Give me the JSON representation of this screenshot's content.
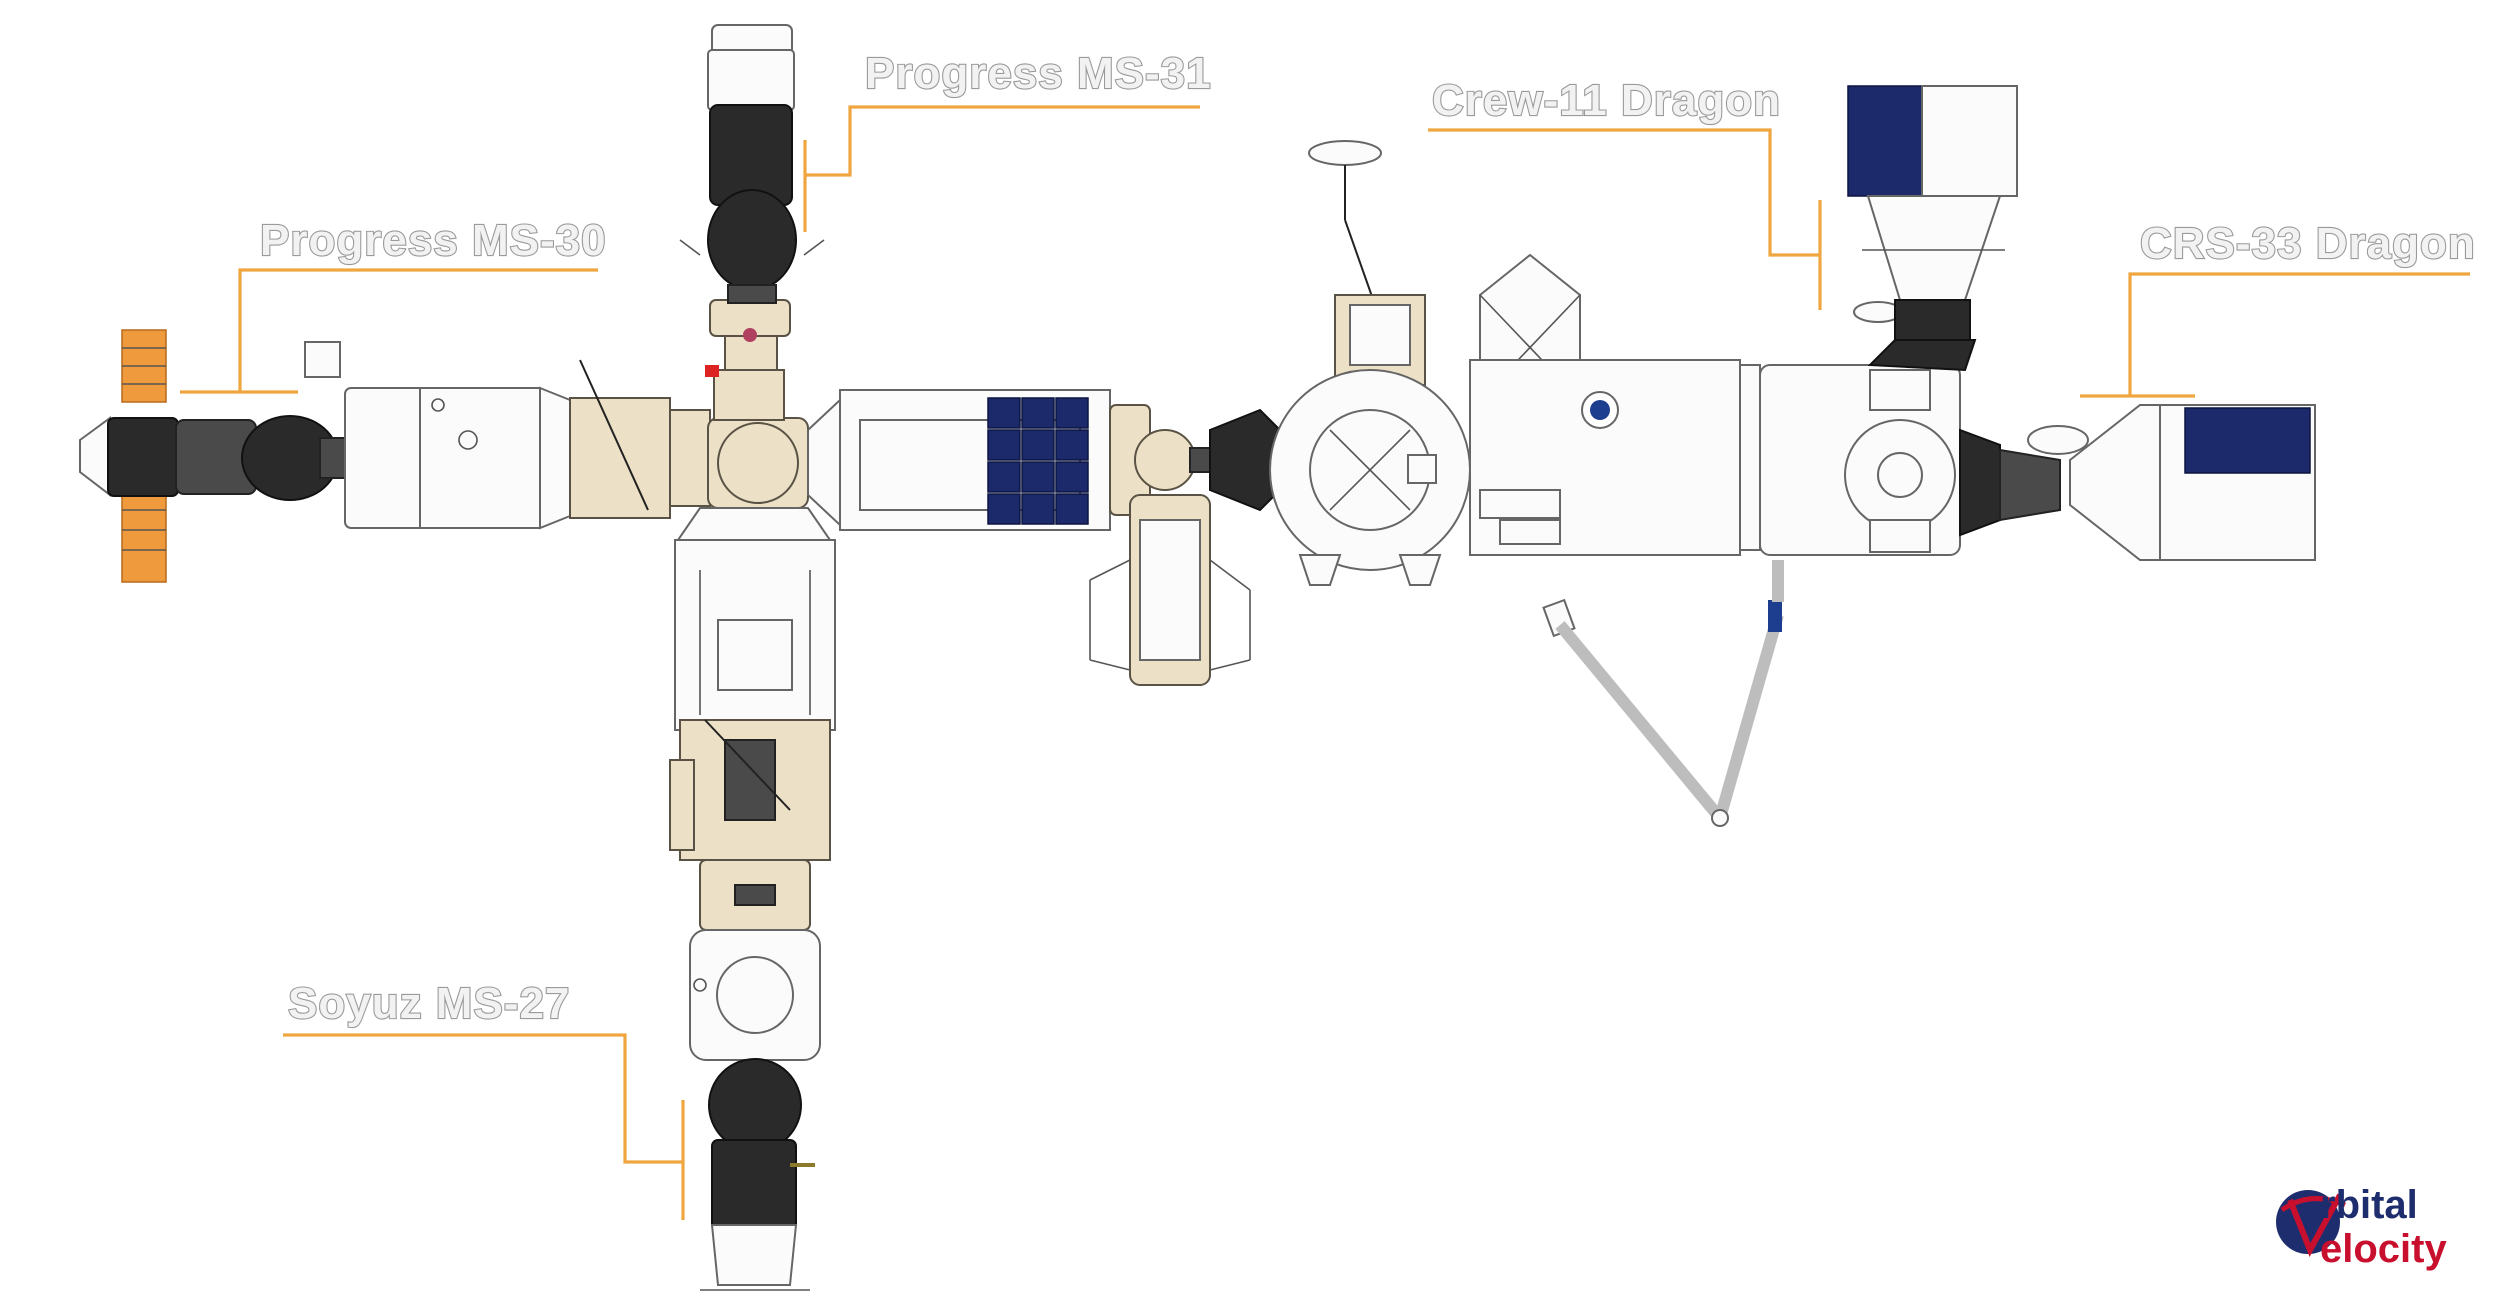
{
  "labels": {
    "progress_ms31": "Progress MS-31",
    "progress_ms30": "Progress MS-30",
    "crew11": "Crew-11 Dragon",
    "crs33": "CRS-33 Dragon",
    "soyuz_ms27": "Soyuz MS-27"
  },
  "logo": {
    "line1": "rbital",
    "line2": "elocity"
  },
  "colors": {
    "leader": "#f0a640",
    "solar_panel": "#1c2a6b",
    "russian_panel": "#ef9a3c",
    "logo_blue": "#1e2d6e",
    "logo_red": "#c8102e"
  }
}
